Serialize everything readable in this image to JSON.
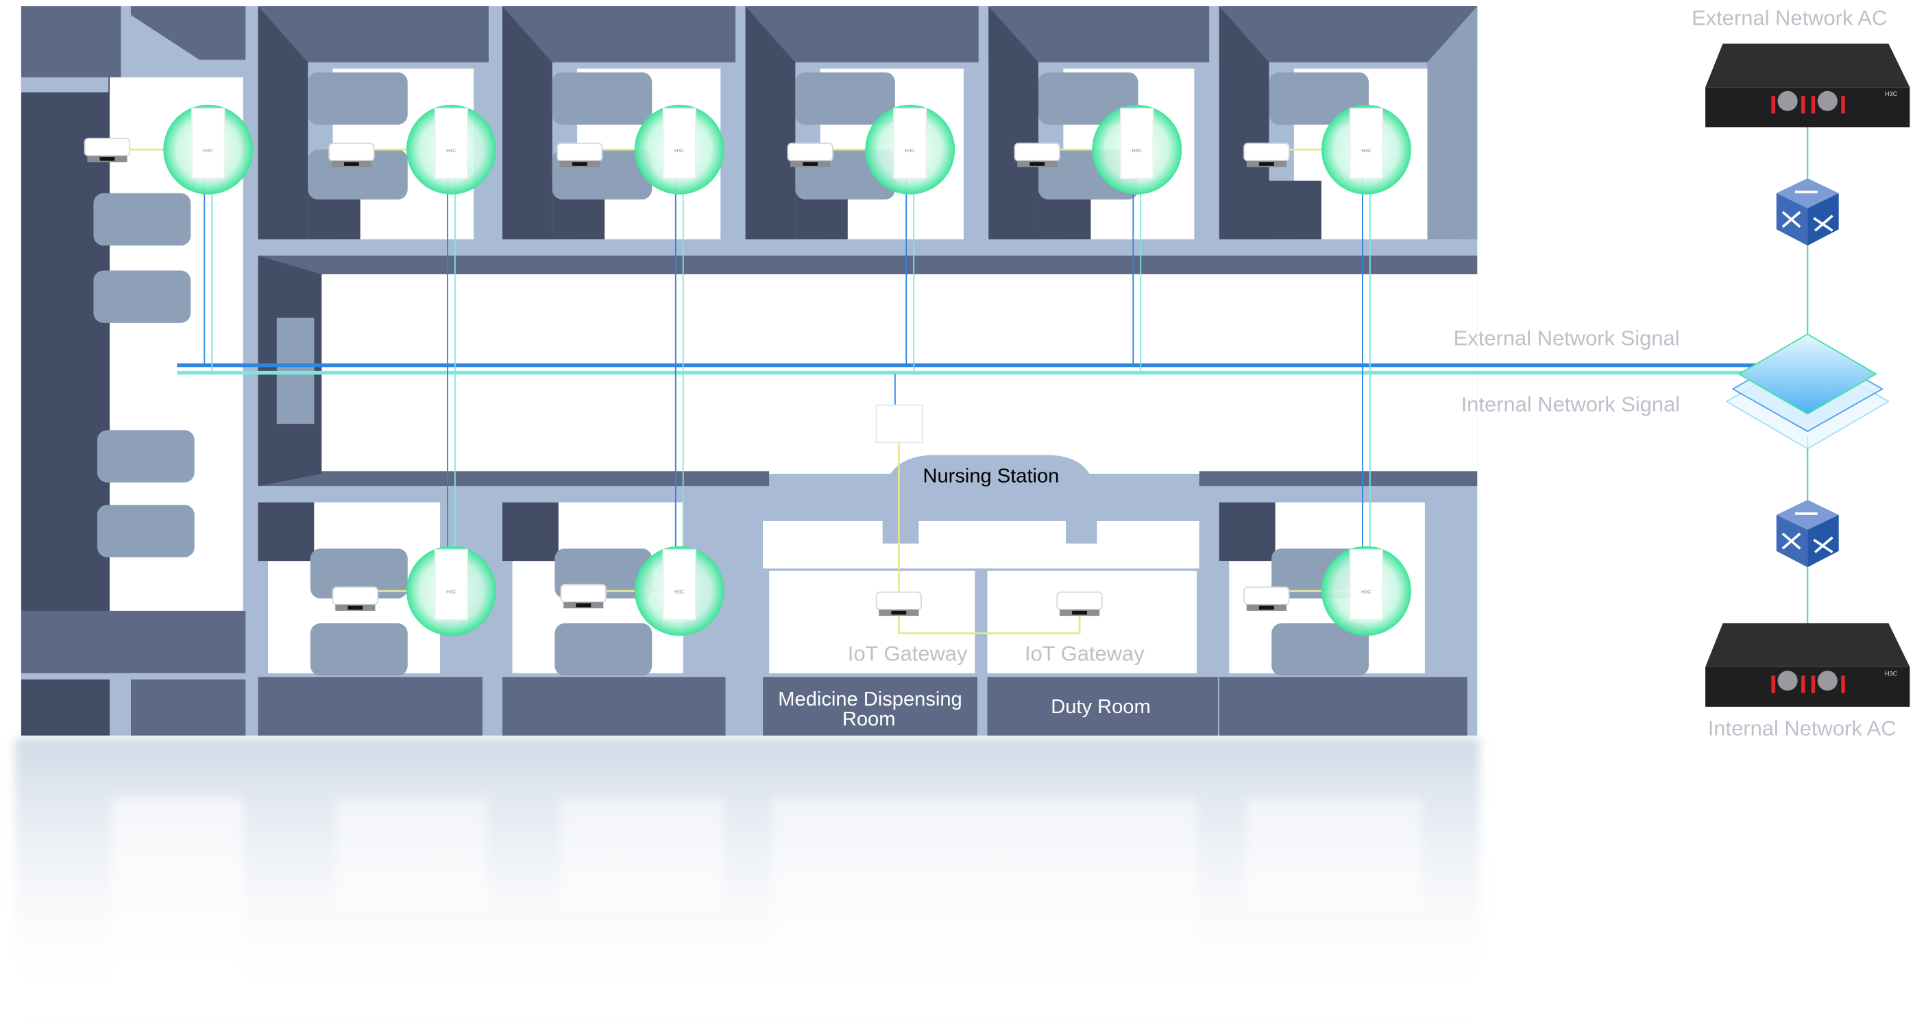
{
  "labels": {
    "external_ac": "External Network AC",
    "internal_ac": "Internal Network AC",
    "external_signal": "External Network Signal",
    "internal_signal": "Internal Network Signal",
    "iot_gateway_1": "IoT Gateway",
    "iot_gateway_2": "IoT Gateway",
    "nursing_station": "Nursing Station",
    "medicine_room_line1": "Medicine Dispensing",
    "medicine_room_line2": "Room",
    "duty_room": "Duty Room"
  },
  "brand": "H3C",
  "colors": {
    "floor": "#a9bbd4",
    "wall_dark": "#444d66",
    "wall_mid": "#5e6a85",
    "bed": "#8e9fb8",
    "external_signal_line": "#2e86e0",
    "internal_signal_line": "#7ee6dc",
    "iot_link": "#e3e88a",
    "ap_glow": "#3de39a",
    "uplink": "#3de3a0"
  }
}
